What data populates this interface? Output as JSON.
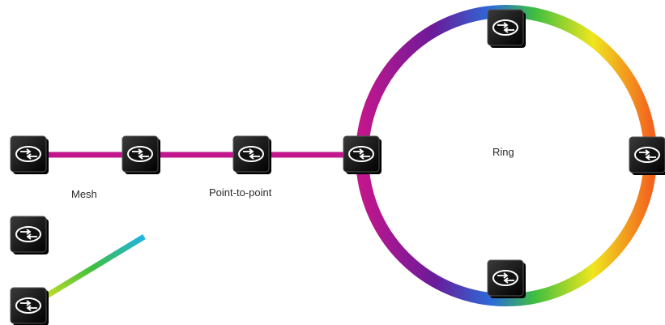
{
  "labels": {
    "mesh": "Mesh",
    "point_to_point": "Point-to-point",
    "ring": "Ring"
  },
  "node_icon": "router-icon",
  "colors": {
    "magenta": "#c2168c",
    "purple": "#6a1b9a",
    "blue": "#2b6cd8",
    "cyan": "#1fb3e6",
    "green": "#3fbf3f",
    "yellow": "#f0e61e",
    "orange": "#f39a1e",
    "red": "#e8431d",
    "node_fill": "#111111"
  }
}
